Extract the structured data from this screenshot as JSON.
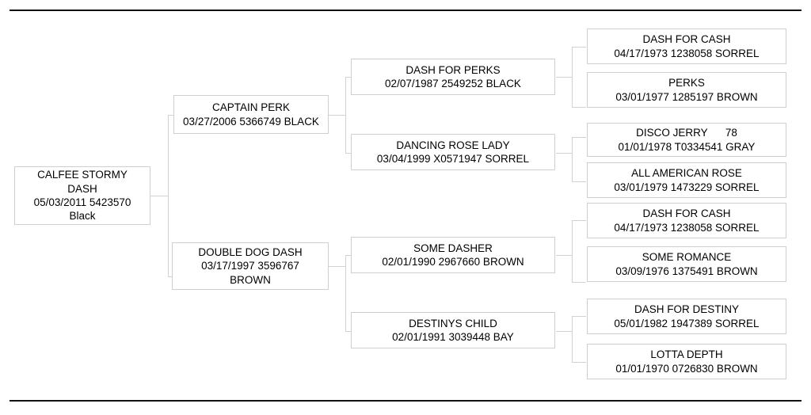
{
  "chart_data": {
    "type": "diagram",
    "title": "Equine Pedigree Chart",
    "diagram_kind": "pedigree-tree",
    "generations": 4,
    "colors": {
      "box_border": "#cfcfcf",
      "connector": "#d2d2d2",
      "rule": "#111111",
      "background": "#ffffff",
      "text": "#000000"
    },
    "nodes": [
      {
        "id": "subject",
        "generation": 0,
        "name": "CALFEE STORMY DASH",
        "lines": [
          "CALFEE STORMY",
          "DASH",
          "05/03/2011 5423570",
          "Black"
        ],
        "date": "05/03/2011",
        "registration": "5423570",
        "color": "Black"
      },
      {
        "id": "sire",
        "generation": 1,
        "name": "CAPTAIN PERK",
        "lines": [
          "CAPTAIN PERK",
          "03/27/2006 5366749 BLACK"
        ],
        "date": "03/27/2006",
        "registration": "5366749",
        "color": "BLACK"
      },
      {
        "id": "dam",
        "generation": 1,
        "name": "DOUBLE DOG DASH",
        "lines": [
          "DOUBLE DOG DASH",
          "03/17/1997 3596767",
          "BROWN"
        ],
        "date": "03/17/1997",
        "registration": "3596767",
        "color": "BROWN"
      },
      {
        "id": "sire-sire",
        "generation": 2,
        "name": "DASH FOR PERKS",
        "lines": [
          "DASH FOR PERKS",
          "02/07/1987 2549252 BLACK"
        ],
        "date": "02/07/1987",
        "registration": "2549252",
        "color": "BLACK"
      },
      {
        "id": "sire-dam",
        "generation": 2,
        "name": "DANCING ROSE LADY",
        "lines": [
          "DANCING ROSE LADY",
          "03/04/1999 X0571947 SORREL"
        ],
        "date": "03/04/1999",
        "registration": "X0571947",
        "color": "SORREL"
      },
      {
        "id": "dam-sire",
        "generation": 2,
        "name": "SOME DASHER",
        "lines": [
          "SOME DASHER",
          "02/01/1990 2967660 BROWN"
        ],
        "date": "02/01/1990",
        "registration": "2967660",
        "color": "BROWN"
      },
      {
        "id": "dam-dam",
        "generation": 2,
        "name": "DESTINYS CHILD",
        "lines": [
          "DESTINYS CHILD",
          "02/01/1991 3039448 BAY"
        ],
        "date": "02/01/1991",
        "registration": "3039448",
        "color": "BAY"
      },
      {
        "id": "gen3-1",
        "generation": 3,
        "name": "DASH FOR CASH",
        "lines": [
          "DASH FOR CASH",
          "04/17/1973 1238058 SORREL"
        ],
        "date": "04/17/1973",
        "registration": "1238058",
        "color": "SORREL"
      },
      {
        "id": "gen3-2",
        "generation": 3,
        "name": "PERKS",
        "lines": [
          "PERKS",
          "03/01/1977 1285197 BROWN"
        ],
        "date": "03/01/1977",
        "registration": "1285197",
        "color": "BROWN"
      },
      {
        "id": "gen3-3",
        "generation": 3,
        "name": "DISCO JERRY 78",
        "lines": [
          "DISCO JERRY      78",
          "01/01/1978 T0334541 GRAY"
        ],
        "date": "01/01/1978",
        "registration": "T0334541",
        "color": "GRAY",
        "suffix": "78"
      },
      {
        "id": "gen3-4",
        "generation": 3,
        "name": "ALL AMERICAN ROSE",
        "lines": [
          "ALL AMERICAN ROSE",
          "03/01/1979 1473229 SORREL"
        ],
        "date": "03/01/1979",
        "registration": "1473229",
        "color": "SORREL"
      },
      {
        "id": "gen3-5",
        "generation": 3,
        "name": "DASH FOR CASH",
        "lines": [
          "DASH FOR CASH",
          "04/17/1973 1238058 SORREL"
        ],
        "date": "04/17/1973",
        "registration": "1238058",
        "color": "SORREL"
      },
      {
        "id": "gen3-6",
        "generation": 3,
        "name": "SOME ROMANCE",
        "lines": [
          "SOME ROMANCE",
          "03/09/1976 1375491 BROWN"
        ],
        "date": "03/09/1976",
        "registration": "1375491",
        "color": "BROWN"
      },
      {
        "id": "gen3-7",
        "generation": 3,
        "name": "DASH FOR DESTINY",
        "lines": [
          "DASH FOR DESTINY",
          "05/01/1982 1947389 SORREL"
        ],
        "date": "05/01/1982",
        "registration": "1947389",
        "color": "SORREL"
      },
      {
        "id": "gen3-8",
        "generation": 3,
        "name": "LOTTA DEPTH",
        "lines": [
          "LOTTA DEPTH",
          "01/01/1970 0726830 BROWN"
        ],
        "date": "01/01/1970",
        "registration": "0726830",
        "color": "BROWN"
      }
    ]
  },
  "boxes": {
    "subject": {
      "l1": "CALFEE STORMY",
      "l2": "DASH",
      "l3": "05/03/2011 5423570",
      "l4": "Black"
    },
    "sire": {
      "l1": "CAPTAIN PERK",
      "l2": "03/27/2006 5366749 BLACK"
    },
    "dam": {
      "l1": "DOUBLE DOG DASH",
      "l2": "03/17/1997 3596767",
      "l3": "BROWN"
    },
    "sire_sire": {
      "l1": "DASH FOR PERKS",
      "l2": "02/07/1987 2549252 BLACK"
    },
    "sire_dam": {
      "l1": "DANCING ROSE LADY",
      "l2": "03/04/1999 X0571947 SORREL"
    },
    "dam_sire": {
      "l1": "SOME DASHER",
      "l2": "02/01/1990 2967660 BROWN"
    },
    "dam_dam": {
      "l1": "DESTINYS CHILD",
      "l2": "02/01/1991 3039448 BAY"
    },
    "g3_1": {
      "l1": "DASH FOR CASH",
      "l2": "04/17/1973 1238058 SORREL"
    },
    "g3_2": {
      "l1": "PERKS",
      "l2": "03/01/1977 1285197 BROWN"
    },
    "g3_3": {
      "l1": "DISCO JERRY      78",
      "l2": "01/01/1978 T0334541 GRAY"
    },
    "g3_4": {
      "l1": "ALL AMERICAN ROSE",
      "l2": "03/01/1979 1473229 SORREL"
    },
    "g3_5": {
      "l1": "DASH FOR CASH",
      "l2": "04/17/1973 1238058 SORREL"
    },
    "g3_6": {
      "l1": "SOME ROMANCE",
      "l2": "03/09/1976 1375491 BROWN"
    },
    "g3_7": {
      "l1": "DASH FOR DESTINY",
      "l2": "05/01/1982 1947389 SORREL"
    },
    "g3_8": {
      "l1": "LOTTA DEPTH",
      "l2": "01/01/1970 0726830 BROWN"
    }
  }
}
